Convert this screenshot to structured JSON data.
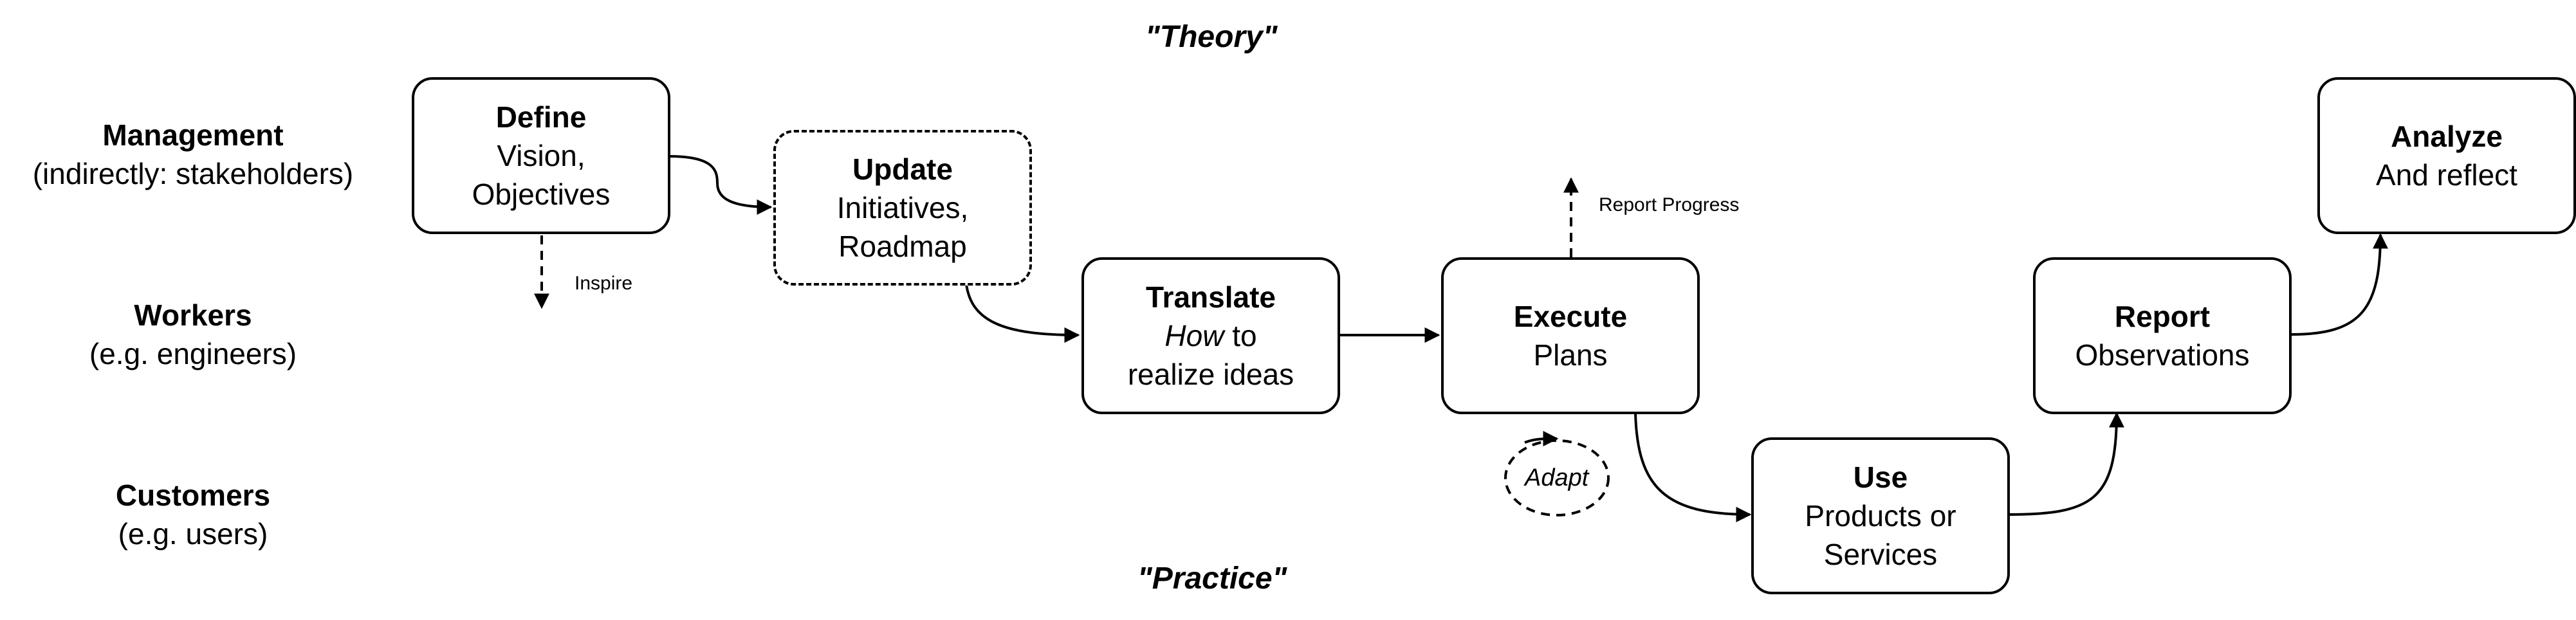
{
  "headings": {
    "theory": "\"Theory\"",
    "practice": "\"Practice\""
  },
  "lanes": {
    "management": {
      "title": "Management",
      "subtitle": "(indirectly: stakeholders)"
    },
    "workers": {
      "title": "Workers",
      "subtitle": "(e.g. engineers)"
    },
    "customers": {
      "title": "Customers",
      "subtitle": "(e.g. users)"
    }
  },
  "boxes": {
    "define": {
      "title": "Define",
      "line1": "Vision,",
      "line2": "Objectives"
    },
    "update": {
      "title": "Update",
      "line1": "Initiatives,",
      "line2": "Roadmap"
    },
    "translate": {
      "title": "Translate",
      "line1_italic": "How",
      "line1_rest": " to",
      "line2": "realize ideas"
    },
    "execute": {
      "title": "Execute",
      "line1": "Plans"
    },
    "use": {
      "title": "Use",
      "line1": "Products or",
      "line2": "Services"
    },
    "report": {
      "title": "Report",
      "line1": "Observations"
    },
    "analyze": {
      "title": "Analyze",
      "line1": "And reflect"
    }
  },
  "annotations": {
    "inspire": "Inspire",
    "report_progress": "Report Progress",
    "adapt": "Adapt"
  }
}
